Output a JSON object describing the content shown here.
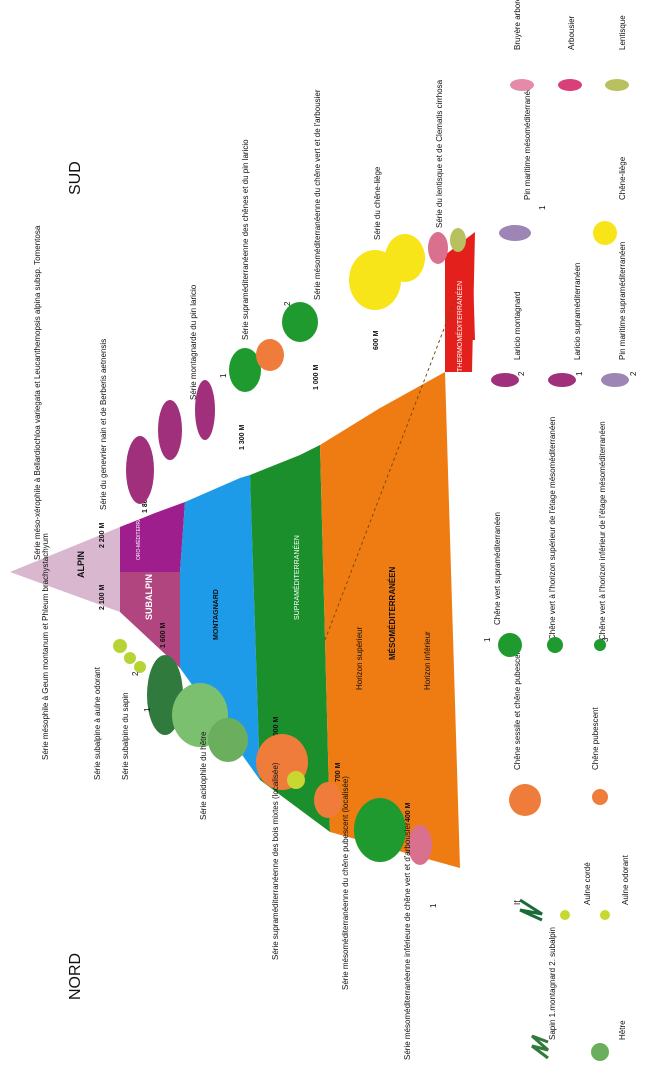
{
  "orientation": {
    "north": "NORD",
    "south": "SUD"
  },
  "colors": {
    "alpin": "#d8b7cf",
    "subalpin": "#b0457f",
    "oro": "#9e1e8e",
    "montagnard": "#1e9be8",
    "supra": "#1a8f2c",
    "meso": "#ef7c12",
    "thermo": "#e3201b"
  },
  "zones": [
    {
      "id": "alpin",
      "label": "ALPIN"
    },
    {
      "id": "subalpin",
      "label": "SUBALPIN"
    },
    {
      "id": "oro",
      "label": "ORO-MÉDITERRANÉEN"
    },
    {
      "id": "montagnard",
      "label": "MONTAGNARD"
    },
    {
      "id": "supra",
      "label": "SUPRAMÉDITERRANÉEN"
    },
    {
      "id": "meso_sup",
      "label": "Horizon supérieur"
    },
    {
      "id": "meso",
      "label": "MÉSOMÉDITERRANÉEN"
    },
    {
      "id": "meso_inf",
      "label": "Horizon inférieur"
    },
    {
      "id": "thermo",
      "label": "THERMOMÉDITERRANÉEN"
    }
  ],
  "altitudes": {
    "north": [
      "2 100 M",
      "1 600 M",
      "1 000 M",
      "700 M",
      "400 M"
    ],
    "south": [
      "2 200 M",
      "1 800 M",
      "1 300 M",
      "1 000 M",
      "600 M"
    ]
  },
  "series_north": [
    {
      "text": "Série mésophile à Geum montanum et Phleum brachystachyum"
    },
    {
      "text": "Série subalpine à aulne odorant",
      "num": "2"
    },
    {
      "text": "Série subalpine du sapin",
      "num": "1"
    },
    {
      "text": "Série acidophile du hêtre"
    },
    {
      "text": "Série supraméditerranéenne des bois mixtes (localisée)"
    },
    {
      "text": "Série mésoméditerranéenne du chêne pubescent (localisée)"
    },
    {
      "text": "Série mésoméditerranéenne inférieure de chêne vert et d'arbousier",
      "num": "1"
    }
  ],
  "series_south": [
    {
      "text": "Série méso-xérophile à Bellardiochloa variegata et Leucanthemopsis alpina subsp. Tomentosa"
    },
    {
      "text": "Série du genevrier nain et de Berberis aetnensis"
    },
    {
      "text": "Série montagnarde du pin laricio",
      "num": "1"
    },
    {
      "text": "Série supraméditerranéenne des chênes et du pin laricio",
      "num": "2"
    },
    {
      "text": "Série mésoméditerranéenne du chêne vert et de l'arbousier"
    },
    {
      "text": "Série du chêne-liège"
    },
    {
      "text": "Série du lentisque et de Clematis cirrhosa"
    }
  ],
  "legend": {
    "c1": [
      {
        "text": "Sapin 1.montagnard 2. subalpin",
        "icon": "fir-icon"
      },
      {
        "text": "Hêtre",
        "icon": "beech-icon"
      }
    ],
    "c2": [
      {
        "text": "If",
        "icon": "yew-icon"
      },
      {
        "text": "Aulne cordé",
        "icon": "alder-icon"
      },
      {
        "text": "Aulne odorant",
        "icon": "green-alder-icon"
      }
    ],
    "c3": [
      {
        "text": "Chêne sessile et chêne pubescent",
        "icon": "oak-icon"
      },
      {
        "text": "Chêne pubescent",
        "icon": "pubescent-oak-icon"
      }
    ],
    "c4": [
      {
        "text": "Chêne vert supraméditerranéen",
        "num": "1",
        "icon": "holm-oak-icon"
      },
      {
        "text": "Chêne vert à l'horizon supérieur de l'étage mésoméditerranéen",
        "num": "2",
        "icon": "holm-oak-icon"
      },
      {
        "text": "Chêne vert à l'horizon inférieur de l'étage mésoméditerranéen",
        "num": "3",
        "icon": "holm-oak-icon"
      }
    ],
    "c5": [
      {
        "text": "Laricio montagnard",
        "num": "2",
        "icon": "pine-icon"
      },
      {
        "text": "Laricio supraméditerranéen",
        "num": "1",
        "icon": "pine-icon"
      },
      {
        "text": "Pin maritime supraméditerranéen",
        "num": "2",
        "icon": "pine-icon"
      }
    ],
    "c6": [
      {
        "text": "Pin maritime mésoméditerranéen",
        "num": "1",
        "icon": "pine-icon"
      },
      {
        "text": "Chêne-liège",
        "icon": "cork-oak-icon"
      }
    ],
    "c7": [
      {
        "text": "Bruyère arborescente",
        "icon": "heather-icon"
      },
      {
        "text": "Arbousier",
        "icon": "strawberry-tree-icon"
      },
      {
        "text": "Lentisque",
        "icon": "mastic-icon"
      }
    ]
  }
}
